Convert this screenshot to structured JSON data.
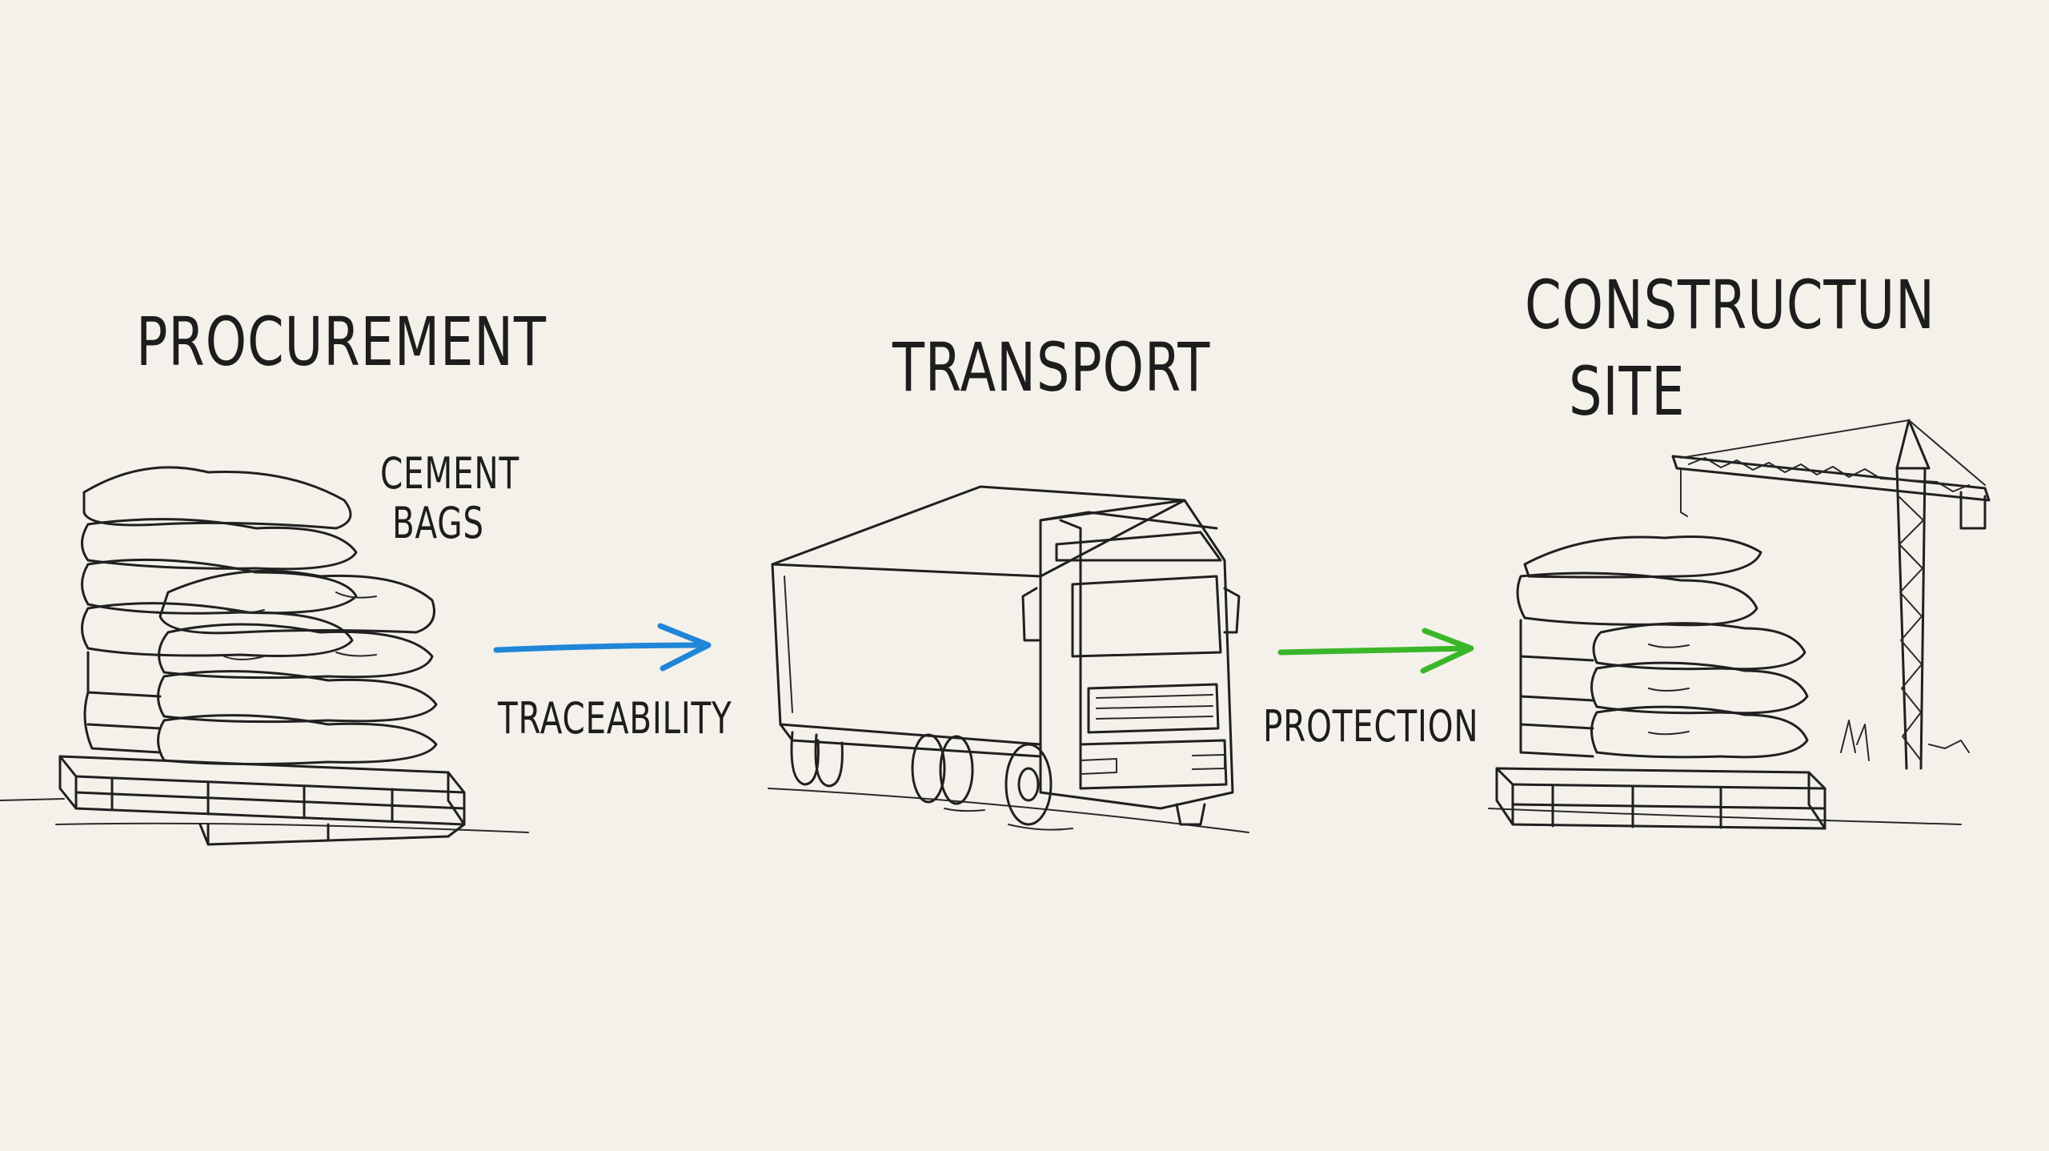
{
  "stages": [
    {
      "id": "procurement",
      "title": "PROCUREMENT",
      "note": [
        "CEMENT",
        "BAGS"
      ]
    },
    {
      "id": "transport",
      "title": "TRANSPORT"
    },
    {
      "id": "site",
      "title": [
        "CONSTRUCTUN",
        "SITE"
      ]
    }
  ],
  "links": [
    {
      "label": "TRACEABILITY",
      "color": "#1f86d8"
    },
    {
      "label": "PROTECTION",
      "color": "#3bb62a"
    }
  ],
  "icons": [
    "cement-bag-pallet-icon",
    "truck-icon",
    "tower-crane-icon"
  ]
}
